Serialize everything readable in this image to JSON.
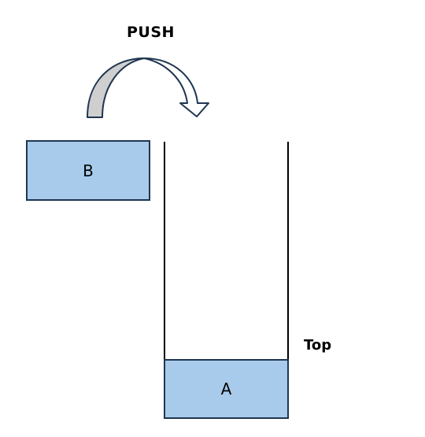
{
  "diagram": {
    "push_label": "PUSH",
    "top_label": "Top",
    "incoming_element": {
      "label": "B"
    },
    "stack_elements": [
      {
        "label": "A",
        "position": "top"
      }
    ]
  },
  "colors": {
    "box_fill": "#a9cbeb",
    "box_border": "#1f3650",
    "arrow_fill_back": "#cfcfcf",
    "arrow_fill_front": "#ffffff",
    "arrow_stroke": "#1f3650",
    "stack_wall": "#000000"
  },
  "icons": {
    "push_arrow": "curved-arrow-icon"
  }
}
